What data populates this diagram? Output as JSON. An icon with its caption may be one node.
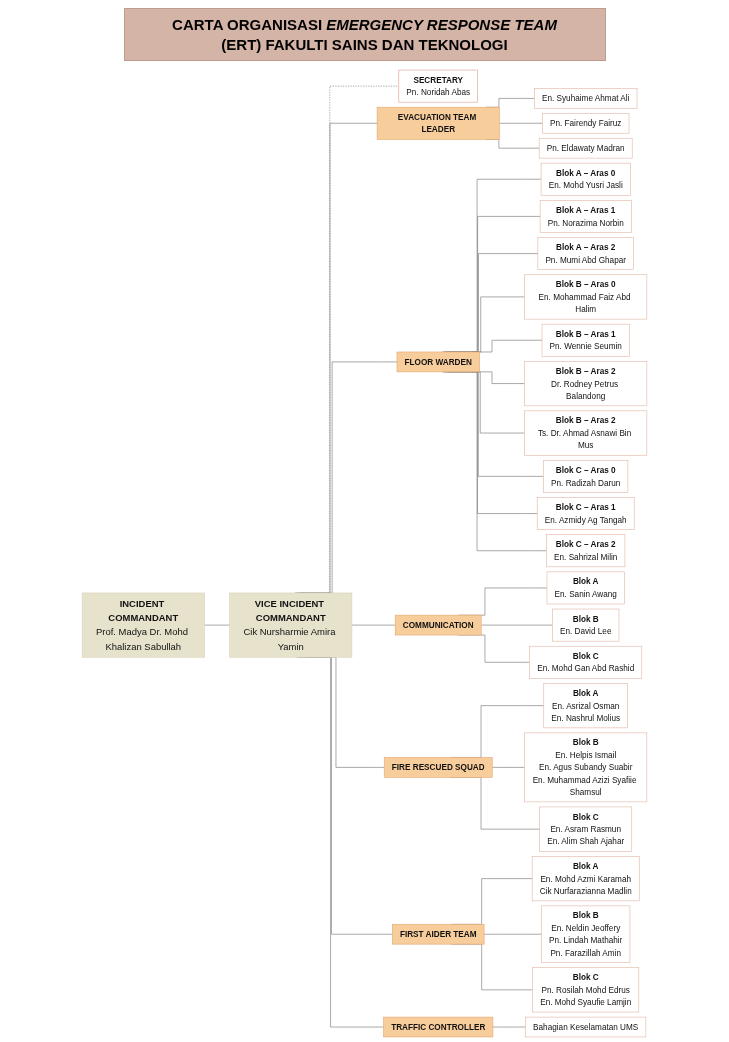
{
  "diagram": {
    "title": "CARTA ORGANISASI *EMERGENCY RESPONSE TEAM* (ERT) FAKULTI SAINS DAN TEKNOLOGI",
    "nodes": [
      {
        "text": [
          "INCIDENT COMMANDANT",
          "Prof. Madya Dr. Mohd Khalizan Sabullah"
        ]
      },
      {
        "text": [
          "VICE INCIDENT COMMANDANT",
          "Cik Nursharmie Amira Yamin"
        ]
      },
      {
        "text": [
          "SECRETARY",
          "Pn. Noridah Abas"
        ]
      },
      {
        "text": [
          "EVACUATION TEAM LEADER"
        ]
      },
      {
        "text": [
          "FLOOR WARDEN"
        ]
      },
      {
        "text": [
          "COMMUNICATION"
        ]
      },
      {
        "text": [
          "FIRE RESCUED SQUAD"
        ]
      },
      {
        "text": [
          "FIRST AIDER TEAM"
        ]
      },
      {
        "text": [
          "TRAFFIC CONTROLLER"
        ]
      },
      {
        "text": [
          "En. Syuhaime Ahmat Ali"
        ]
      },
      {
        "text": [
          "Pn. Fairendy Fairuz"
        ]
      },
      {
        "text": [
          "Pn. Eldawaty Madran"
        ]
      },
      {
        "text": [
          "Blok A – Aras 0",
          "En. Mohd Yusri Jasli"
        ]
      },
      {
        "text": [
          "Blok A – Aras 1",
          "Pn. Norazima Norbin"
        ]
      },
      {
        "text": [
          "Blok A – Aras 2",
          "Pn. Mumi Abd Ghapar"
        ]
      },
      {
        "text": [
          "Blok B – Aras 0",
          "En. Mohammad Faiz Abd Halim"
        ]
      },
      {
        "text": [
          "Blok B – Aras 1",
          "Pn. Wennie Seumin"
        ]
      },
      {
        "text": [
          "Blok B – Aras 2",
          "Dr. Rodney Petrus Balandong"
        ]
      },
      {
        "text": [
          "Blok B – Aras 2",
          "Ts. Dr. Ahmad Asnawi Bin Mus"
        ]
      },
      {
        "text": [
          "Blok C – Aras 0",
          "Pn. Radizah Darun"
        ]
      },
      {
        "text": [
          "Blok C – Aras 1",
          "En. Azmidy Ag Tangah"
        ]
      },
      {
        "text": [
          "Blok C – Aras 2",
          "En. Sahrizal Milin"
        ]
      },
      {
        "text": [
          "Blok A",
          "En. Sanin Awang"
        ]
      },
      {
        "text": [
          "Blok B",
          "En. David Lee"
        ]
      },
      {
        "text": [
          "Blok C",
          "En. Mohd Gan Abd Rashid"
        ]
      },
      {
        "text": [
          "Blok A",
          "En. Asrizal Osman",
          "En. Nashrul Molius"
        ]
      },
      {
        "text": [
          "Blok B",
          "En. Helpis Ismail",
          "En. Agus Subandy Suabir",
          "En. Muhammad Azizi Syafiie Shamsul"
        ]
      },
      {
        "text": [
          "Blok C",
          "En. Asram Rasmun",
          "En. Alim Shah Ajahar"
        ]
      },
      {
        "text": [
          "Blok A",
          "En. Mohd Azmi Karamah",
          "Cik Nurfarazianna Madlin"
        ]
      },
      {
        "text": [
          "Blok B",
          "En. Neldin Jeoffery",
          "Pn. Lindah Mathahir",
          "Pn. Farazillah Amin"
        ]
      },
      {
        "text": [
          "Blok C",
          "Pn. Rosilah Mohd Edrus",
          "En. Mohd Syaufie Lamjin"
        ]
      },
      {
        "text": [
          "Bahagian Keselamatan UMS"
        ]
      }
    ],
    "edges": [
      {
        "from": 0,
        "to": 1,
        "arrow": "none"
      },
      {
        "from": 1,
        "to": 2,
        "arrow": "none",
        "style": "dashed"
      },
      {
        "from": 1,
        "to": 3,
        "arrow": "none"
      },
      {
        "from": 1,
        "to": 4,
        "arrow": "none"
      },
      {
        "from": 1,
        "to": 5,
        "arrow": "none"
      },
      {
        "from": 1,
        "to": 6,
        "arrow": "none"
      },
      {
        "from": 1,
        "to": 7,
        "arrow": "none"
      },
      {
        "from": 1,
        "to": 8,
        "arrow": "none"
      },
      {
        "from": 3,
        "to": 9,
        "arrow": "none"
      },
      {
        "from": 3,
        "to": 10,
        "arrow": "none"
      },
      {
        "from": 3,
        "to": 11,
        "arrow": "none"
      },
      {
        "from": 4,
        "to": 12,
        "arrow": "none"
      },
      {
        "from": 4,
        "to": 13,
        "arrow": "none"
      },
      {
        "from": 4,
        "to": 14,
        "arrow": "none"
      },
      {
        "from": 4,
        "to": 15,
        "arrow": "none"
      },
      {
        "from": 4,
        "to": 16,
        "arrow": "none"
      },
      {
        "from": 4,
        "to": 17,
        "arrow": "none"
      },
      {
        "from": 4,
        "to": 18,
        "arrow": "none"
      },
      {
        "from": 4,
        "to": 19,
        "arrow": "none"
      },
      {
        "from": 4,
        "to": 20,
        "arrow": "none"
      },
      {
        "from": 4,
        "to": 21,
        "arrow": "none"
      },
      {
        "from": 5,
        "to": 22,
        "arrow": "none"
      },
      {
        "from": 5,
        "to": 23,
        "arrow": "none"
      },
      {
        "from": 5,
        "to": 24,
        "arrow": "none"
      },
      {
        "from": 6,
        "to": 25,
        "arrow": "none"
      },
      {
        "from": 6,
        "to": 26,
        "arrow": "none"
      },
      {
        "from": 6,
        "to": 27,
        "arrow": "none"
      },
      {
        "from": 7,
        "to": 28,
        "arrow": "none"
      },
      {
        "from": 7,
        "to": 29,
        "arrow": "none"
      },
      {
        "from": 7,
        "to": 30,
        "arrow": "none"
      },
      {
        "from": 8,
        "to": 31,
        "arrow": "none"
      }
    ]
  }
}
